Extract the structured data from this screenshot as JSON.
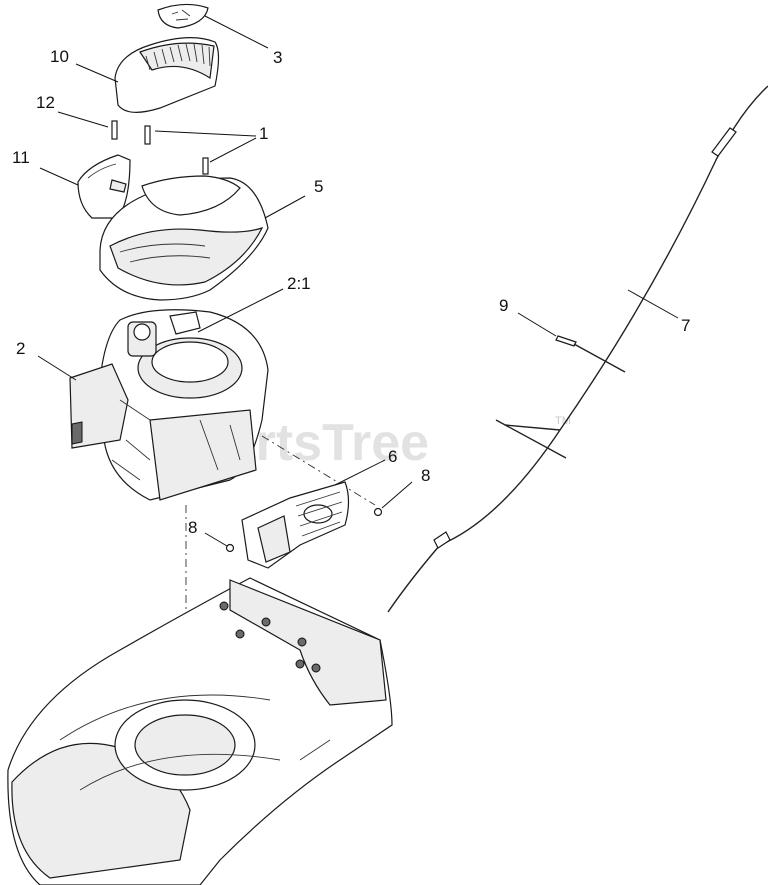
{
  "watermark": {
    "text": "PartsTree",
    "trademark": "TM"
  },
  "callouts": [
    {
      "id": "c10",
      "label": "10"
    },
    {
      "id": "c3",
      "label": "3"
    },
    {
      "id": "c12",
      "label": "12"
    },
    {
      "id": "c1",
      "label": "1"
    },
    {
      "id": "c11",
      "label": "11"
    },
    {
      "id": "c5",
      "label": "5"
    },
    {
      "id": "c2-1",
      "label": "2:1"
    },
    {
      "id": "c9",
      "label": "9"
    },
    {
      "id": "c7",
      "label": "7"
    },
    {
      "id": "c2",
      "label": "2"
    },
    {
      "id": "c6",
      "label": "6"
    },
    {
      "id": "c8a",
      "label": "8"
    },
    {
      "id": "c8b",
      "label": "8"
    }
  ],
  "parts": [
    {
      "id": "decal",
      "icon": "decal-icon"
    },
    {
      "id": "shroud-cover",
      "icon": "shroud-cover-icon"
    },
    {
      "id": "screws",
      "icon": "screw-icon"
    },
    {
      "id": "side-bracket",
      "icon": "bracket-icon"
    },
    {
      "id": "blower-housing",
      "icon": "blower-housing-icon"
    },
    {
      "id": "engine",
      "icon": "engine-icon"
    },
    {
      "id": "throttle-cable",
      "icon": "cable-icon"
    },
    {
      "id": "cable-tie",
      "icon": "cable-tie-icon"
    },
    {
      "id": "exhaust-guard",
      "icon": "exhaust-guard-icon"
    },
    {
      "id": "mower-deck",
      "icon": "mower-deck-icon"
    }
  ]
}
